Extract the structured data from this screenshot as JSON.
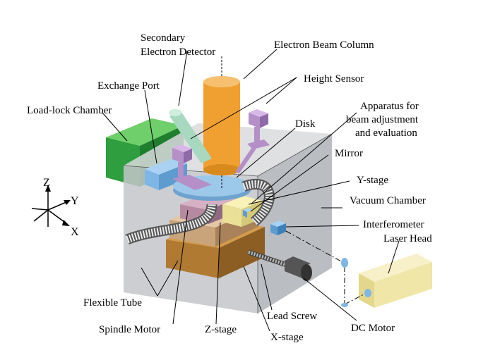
{
  "labels": {
    "sed_line1": "Secondary",
    "sed_line2": "Electron Detector",
    "electron_beam_column": "Electron Beam Column",
    "height_sensor": "Height Sensor",
    "exchange_port": "Exchange Port",
    "load_lock_chamber": "Load-lock Chamber",
    "apparatus_line1": "Apparatus for",
    "apparatus_line2": "beam adjustment",
    "apparatus_line3": "and evaluation",
    "disk": "Disk",
    "mirror": "Mirror",
    "y_stage": "Y-stage",
    "vacuum_chamber": "Vacuum Chamber",
    "interferometer": "Interferometer",
    "laser_head": "Laser Head",
    "flexible_tube": "Flexible Tube",
    "lead_screw": "Lead Screw",
    "spindle_motor": "Spindle Motor",
    "z_stage": "Z-stage",
    "x_stage": "X-stage",
    "dc_motor": "DC Motor"
  },
  "axes": {
    "z": "Z",
    "y": "Y",
    "x": "X"
  },
  "colors": {
    "chamber": "#c9cbcf",
    "column": "#f0a030",
    "load_lock": "#2e9e3e",
    "exchange_port": "#7eb6e6",
    "height_sensor": "#b48fc8",
    "sed": "#a8d8c0",
    "laser_head": "#efe6a8",
    "disk": "#86b7dc",
    "stage_brown": "#b07a32",
    "stage_tan": "#c9a37a",
    "z_stage": "#b58aa0",
    "tube": "#ececec"
  }
}
